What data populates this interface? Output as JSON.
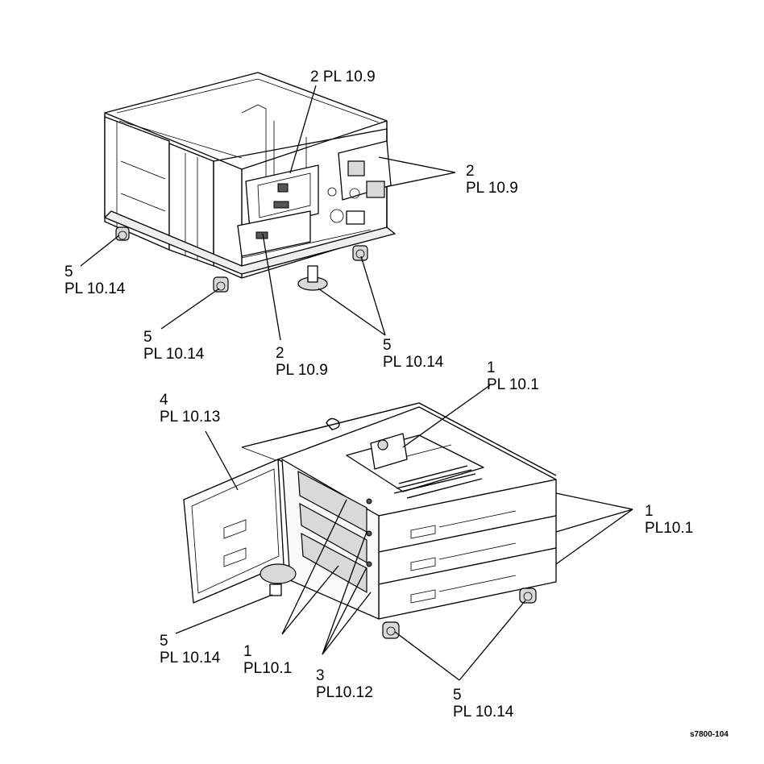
{
  "callouts": {
    "top_board_a": {
      "num": "2",
      "ref": "PL 10.9"
    },
    "top_motors": {
      "num": "2",
      "ref": "PL 10.9"
    },
    "top_caster_left": {
      "num": "5",
      "ref": "PL 10.14"
    },
    "top_caster_front": {
      "num": "5",
      "ref": "PL 10.14"
    },
    "top_board_b": {
      "num": "2",
      "ref": "PL 10.9"
    },
    "top_caster_right": {
      "num": "5",
      "ref": "PL 10.14"
    },
    "bottom_tray_inner": {
      "num": "1",
      "ref": "PL 10.1"
    },
    "bottom_cover": {
      "num": "4",
      "ref": "PL 10.13"
    },
    "bottom_trays": {
      "num": "1",
      "ref": "PL10.1"
    },
    "bottom_caster_left": {
      "num": "5",
      "ref": "PL 10.14"
    },
    "bottom_feed": {
      "num": "1",
      "ref": "PL10.1"
    },
    "bottom_sensors": {
      "num": "3",
      "ref": "PL10.12"
    },
    "bottom_caster_right": {
      "num": "5",
      "ref": "PL 10.14"
    }
  },
  "figure_id": "s7800-104"
}
